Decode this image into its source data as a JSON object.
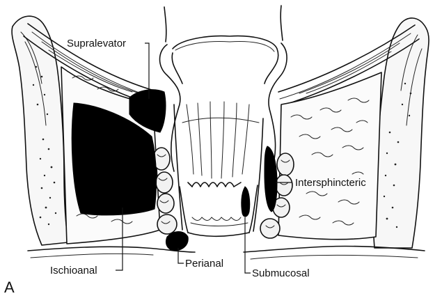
{
  "panel_letter": "A",
  "labels": {
    "supralevator": "Supralevator",
    "intersphincteric": "Intersphincteric",
    "ischioanal": "Ischioanal",
    "perianal": "Perianal",
    "submucosal": "Submucosal"
  }
}
